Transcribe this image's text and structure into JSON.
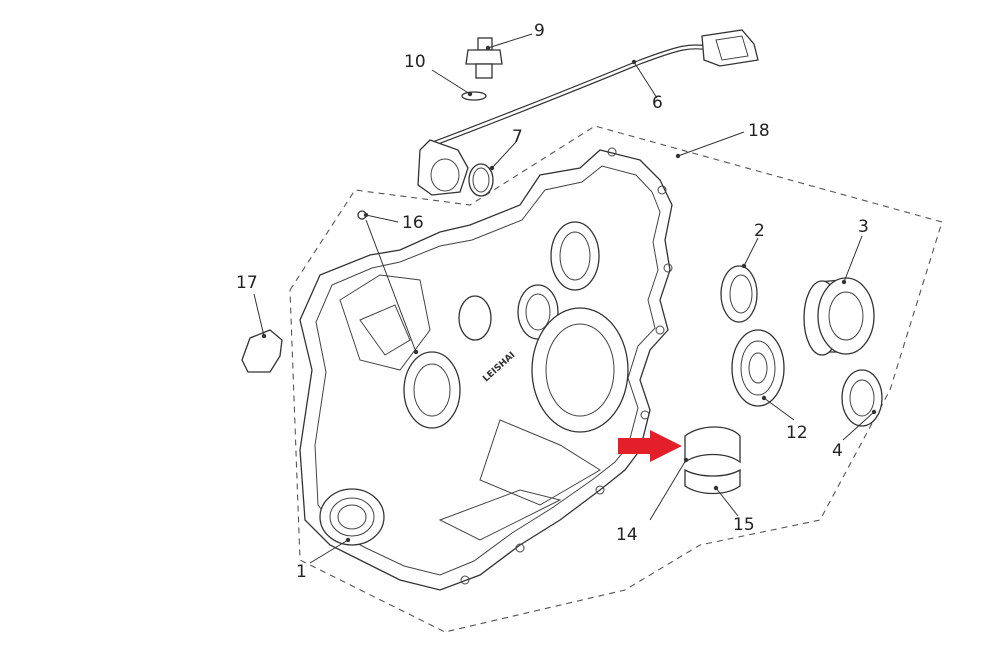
{
  "callouts": [
    {
      "id": "1",
      "label": "1"
    },
    {
      "id": "2",
      "label": "2"
    },
    {
      "id": "3",
      "label": "3"
    },
    {
      "id": "4",
      "label": "4"
    },
    {
      "id": "6",
      "label": "6"
    },
    {
      "id": "7",
      "label": "7"
    },
    {
      "id": "9",
      "label": "9"
    },
    {
      "id": "10",
      "label": "10"
    },
    {
      "id": "12",
      "label": "12"
    },
    {
      "id": "14",
      "label": "14"
    },
    {
      "id": "15",
      "label": "15"
    },
    {
      "id": "16",
      "label": "16"
    },
    {
      "id": "17",
      "label": "17"
    },
    {
      "id": "18",
      "label": "18"
    }
  ],
  "highlight_arrow": {
    "color": "#e3202a",
    "points_to": "14"
  },
  "crankcase_logo": "LEISHAI",
  "colors": {
    "line": "#333333",
    "background": "#ffffff",
    "dash": "#555555"
  }
}
